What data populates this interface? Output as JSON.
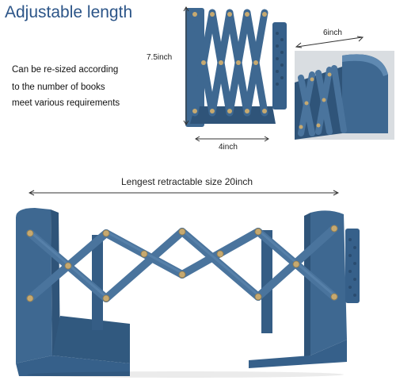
{
  "headline": "Adjustable length",
  "description_lines": [
    "Can be re-sized according",
    "to the number of books",
    "meet various requirements"
  ],
  "dimensions": {
    "height": "7.5inch",
    "width_closed": "4inch",
    "depth": "6inch",
    "max_length_caption": "Lengest retractable size 20inch"
  },
  "colors": {
    "product": "#3e6891",
    "product_dark": "#2f5479",
    "product_light": "#5f89b1",
    "rivet": "#c6a970",
    "title": "#2c5588"
  }
}
